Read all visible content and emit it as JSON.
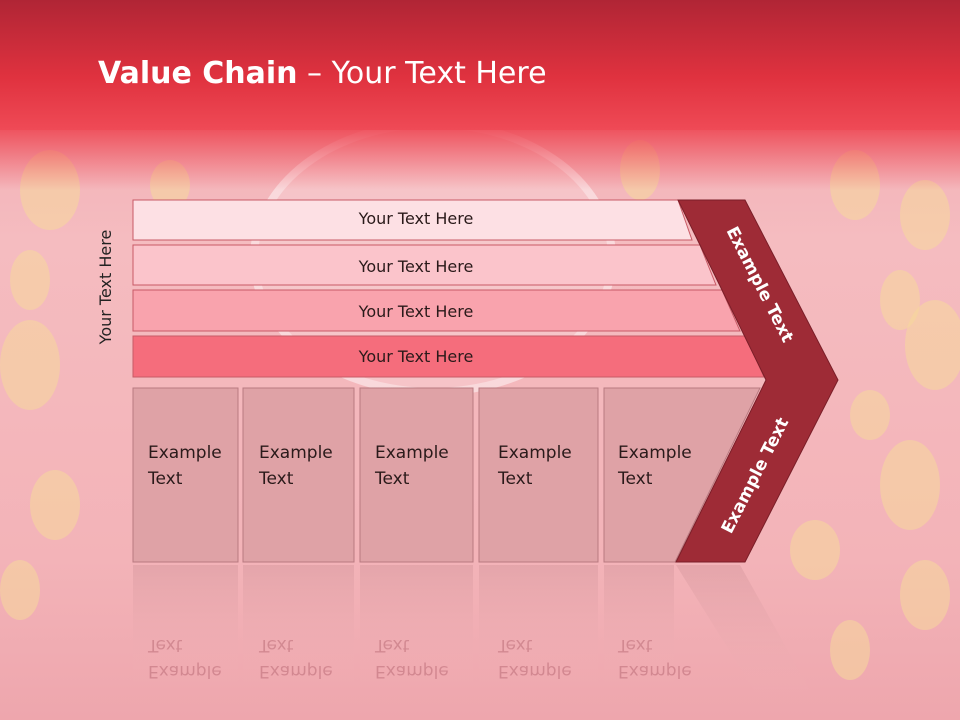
{
  "title": {
    "bold": "Value Chain",
    "rest": " – Your Text Here"
  },
  "side_label": "Your Text Here",
  "rows": [
    {
      "label": "Your Text Here",
      "color": "#fde0e4"
    },
    {
      "label": "Your Text Here",
      "color": "#fbc4cb"
    },
    {
      "label": "Your Text Here",
      "color": "#f9a3ad"
    },
    {
      "label": "Your Text Here",
      "color": "#f56d7c"
    }
  ],
  "columns": [
    {
      "line1": "Example",
      "line2": "Text"
    },
    {
      "line1": "Example",
      "line2": "Text"
    },
    {
      "line1": "Example",
      "line2": "Text"
    },
    {
      "line1": "Example",
      "line2": "Text"
    },
    {
      "line1": "Example",
      "line2": "Text"
    }
  ],
  "arrow_top_label": "Example Text",
  "arrow_bottom_label": "Example Text",
  "colors": {
    "header": "#e0323f",
    "arrow": "#9e2b36",
    "column": "#dfa2a6"
  }
}
